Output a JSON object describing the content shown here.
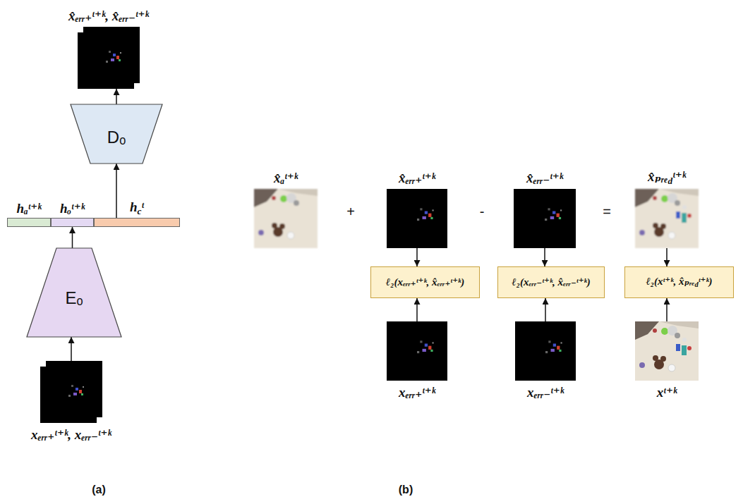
{
  "diagram": {
    "nodes": [
      {
        "text": [
          "x̂ₑᵣᵣ₊ᵗ⁺ᵏ, x̂ₑᵣᵣ₋ᵗ⁺ᵏ"
        ]
      },
      {
        "text": [
          "Dₒ"
        ]
      },
      {
        "text": [
          "hₐᵗ⁺ᵏ"
        ]
      },
      {
        "text": [
          "hₒᵗ⁺ᵏ"
        ]
      },
      {
        "text": [
          "hcᵗ"
        ]
      },
      {
        "text": [
          "Eₒ"
        ]
      },
      {
        "text": [
          "xₑᵣᵣ₊ᵗ⁺ᵏ, xₑᵣᵣ₋ᵗ⁺ᵏ"
        ]
      },
      {
        "text": [
          "x̂ₐᵗ⁺ᵏ"
        ]
      },
      {
        "text": [
          "x̂ₑᵣᵣ₊ᵗ⁺ᵏ"
        ]
      },
      {
        "text": [
          "x̂ₑᵣᵣ₋ᵗ⁺ᵏ"
        ]
      },
      {
        "text": [
          "x̂ₚᵣₑdᵗ⁺ᵏ"
        ]
      },
      {
        "text": [
          "ℓ₂(xₑᵣᵣ₊ᵗ⁺ᵏ, x̂ₑᵣᵣ₊ᵗ⁺ᵏ)"
        ]
      },
      {
        "text": [
          "ℓ₂(xₑᵣᵣ₋ᵗ⁺ᵏ, x̂ₑᵣᵣ₋ᵗ⁺ᵏ)"
        ]
      },
      {
        "text": [
          "ℓ₂(xᵗ⁺ᵏ, x̂ₚᵣₑdᵗ⁺ᵏ)"
        ]
      },
      {
        "text": [
          "xₑᵣᵣ₊ᵗ⁺ᵏ"
        ]
      },
      {
        "text": [
          "xₑᵣᵣ₋ᵗ⁺ᵏ"
        ]
      },
      {
        "text": [
          "xᵗ⁺ᵏ"
        ]
      }
    ],
    "edges": [
      {
        "from": 6,
        "to": 5,
        "arrow": "to"
      },
      {
        "from": 5,
        "to": 3,
        "arrow": "to"
      },
      {
        "from": 4,
        "to": 1,
        "arrow": "to"
      },
      {
        "from": 1,
        "to": 0,
        "arrow": "to"
      },
      {
        "from": 8,
        "to": 11,
        "arrow": "to"
      },
      {
        "from": 9,
        "to": 12,
        "arrow": "to"
      },
      {
        "from": 10,
        "to": 13,
        "arrow": "to"
      },
      {
        "from": 14,
        "to": 11,
        "arrow": "to"
      },
      {
        "from": 15,
        "to": 12,
        "arrow": "to"
      },
      {
        "from": 16,
        "to": 13,
        "arrow": "to"
      }
    ],
    "labels": [
      "+",
      "-",
      "=",
      "(a)",
      "(b)"
    ]
  }
}
